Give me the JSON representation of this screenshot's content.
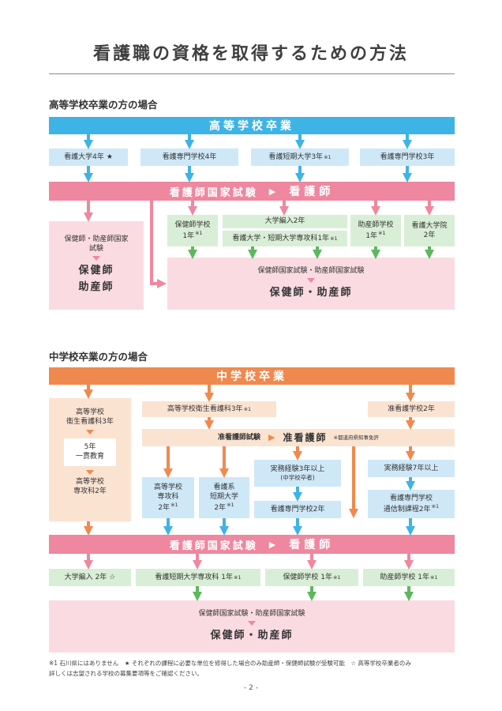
{
  "title": "看護職の資格を取得するための方法",
  "colors": {
    "blue": "#3eb3e6",
    "pink": "#ee879f",
    "orange": "#f0894e",
    "light_blue": "#cfe8f7",
    "light_pink": "#fadbe2",
    "light_orange": "#fbe3d2",
    "light_green": "#d9eed6",
    "green": "#5cb85c"
  },
  "high_school": {
    "heading": "高等学校卒業の方の場合",
    "bar": "高等学校卒業",
    "routes": [
      {
        "label": "看護大学4年",
        "sup": "★"
      },
      {
        "label": "看護専門学校4年",
        "sup": ""
      },
      {
        "label": "看護短期大学3年",
        "sup": "※1"
      },
      {
        "label": "看護専門学校3年",
        "sup": ""
      }
    ],
    "exam_bar": {
      "exam": "看護師国家試験",
      "arrow": "▶",
      "result": "看護師"
    },
    "left_box": {
      "exam": "保健師・助産師国家試験",
      "result_line1": "保健師",
      "result_line2": "助産師"
    },
    "sub_routes": {
      "r1": {
        "line1": "保健師学校",
        "line2": "1年",
        "sup": "※1"
      },
      "r2_top": "大学編入2年",
      "r2_bottom": {
        "label": "看護大学・短期大学専攻科1年",
        "sup": "※1"
      },
      "r3": {
        "line1": "助産師学校",
        "line2": "1年",
        "sup": "※1"
      },
      "r4": {
        "line1": "看護大学院",
        "line2": "2年"
      }
    },
    "final_box": {
      "exam": "保健師国家試験・助産師国家試験",
      "result": "保健師・助産師"
    }
  },
  "middle_school": {
    "heading": "中学校卒業の方の場合",
    "bar": "中学校卒業",
    "left_col": {
      "line1": "高等学校",
      "line2": "衛生看護科3年",
      "inner_line1": "5年",
      "inner_line2": "一貫教育",
      "bottom_line1": "高等学校",
      "bottom_line2": "専攻科2年"
    },
    "mid_route": {
      "label": "高等学校衛生看護科3年",
      "sup": "※1"
    },
    "right_route": "准看護学校2年",
    "assoc_bar": {
      "exam": "准看護師試験",
      "arrow": "▶",
      "result": "准看護師",
      "note": "※都道府県知事免許"
    },
    "box_a": {
      "line1": "高等学校",
      "line2": "専攻科",
      "line3": "2年",
      "sup": "※1"
    },
    "box_b": {
      "line1": "看護系",
      "line2": "短期大学",
      "line3": "2年",
      "sup": "※1"
    },
    "box_c": {
      "line1": "実務経験3年以上",
      "line2": "(中学校卒者)"
    },
    "box_d": "看護専門学校2年",
    "box_e": "実務経験7年以上",
    "box_f": {
      "line1": "看護専門学校",
      "line2": "通信制課程2年",
      "sup": "※1"
    },
    "exam_bar": {
      "exam": "看護師国家試験",
      "arrow": "▶",
      "result": "看護師"
    },
    "green_routes": [
      {
        "label": "大学編入 2年",
        "sup": "☆"
      },
      {
        "label": "看護短期大学専攻科 1年",
        "sup": "※1"
      },
      {
        "label": "保健師学校 1年",
        "sup": "※1"
      },
      {
        "label": "助産師学校 1年",
        "sup": "※1"
      }
    ],
    "final_box": {
      "exam": "保健師国家試験・助産師国家試験",
      "result": "保健師・助産師"
    }
  },
  "footnote": {
    "line1": "※1 石川県にはありません　★ それぞれの課程に必要な単位を修得した場合のみ助産師・保健師試験が受験可能　☆ 高等学校卒業者のみ",
    "line2": "詳しくは志望される学校の募集要項等をご確認ください。"
  },
  "page_number": "- 2 -"
}
